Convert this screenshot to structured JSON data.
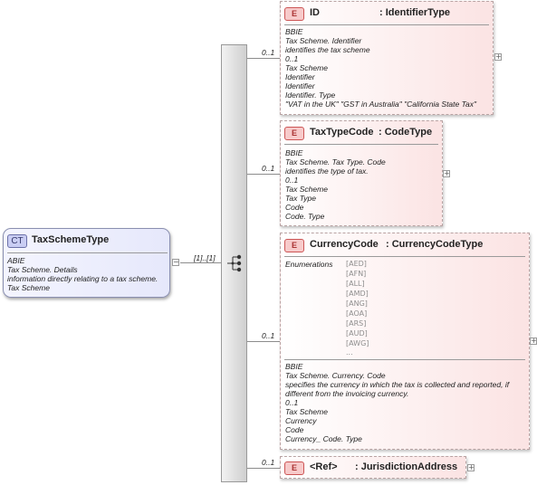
{
  "complex_type": {
    "badge": "CT",
    "name": "TaxSchemeType",
    "description": [
      "ABIE",
      "Tax Scheme. Details",
      "information directly relating to a tax scheme.",
      "Tax Scheme"
    ]
  },
  "connector": {
    "cardinality": "[1]..[1]"
  },
  "elements": [
    {
      "badge": "E",
      "name": "ID",
      "type": ": IdentifierType",
      "cardinality": "0..1",
      "description": [
        "BBIE",
        "Tax Scheme. Identifier",
        "identifies the tax scheme",
        "0..1",
        "Tax Scheme",
        "Identifier",
        "Identifier",
        "Identifier. Type",
        "\"VAT in the UK\" \"GST in Australia\" \"California State Tax\""
      ]
    },
    {
      "badge": "E",
      "name": "TaxTypeCode",
      "type": ": CodeType",
      "cardinality": "0..1",
      "description": [
        "BBIE",
        "Tax Scheme. Tax Type. Code",
        "identifies the type of tax.",
        "0..1",
        "Tax Scheme",
        "Tax Type",
        "Code",
        "Code. Type"
      ]
    },
    {
      "badge": "E",
      "name": "CurrencyCode",
      "type": ": CurrencyCodeType",
      "cardinality": "0..1",
      "enumerations_label": "Enumerations",
      "enumerations": [
        "[AED]",
        "[AFN]",
        "[ALL]",
        "[AMD]",
        "[ANG]",
        "[AOA]",
        "[ARS]",
        "[AUD]",
        "[AWG]",
        "..."
      ],
      "description": [
        "BBIE",
        "Tax Scheme. Currency. Code",
        "specifies the currency in which the tax is collected and reported, if",
        "different from the invoicing currency.",
        "0..1",
        "Tax Scheme",
        "Currency",
        "Code",
        "Currency_ Code. Type"
      ]
    },
    {
      "badge": "E",
      "name": "<Ref>",
      "type": ": JurisdictionAddress",
      "cardinality": "0..1"
    }
  ],
  "icons": [
    "plus-icon",
    "sequence-icon",
    "minus-icon"
  ]
}
